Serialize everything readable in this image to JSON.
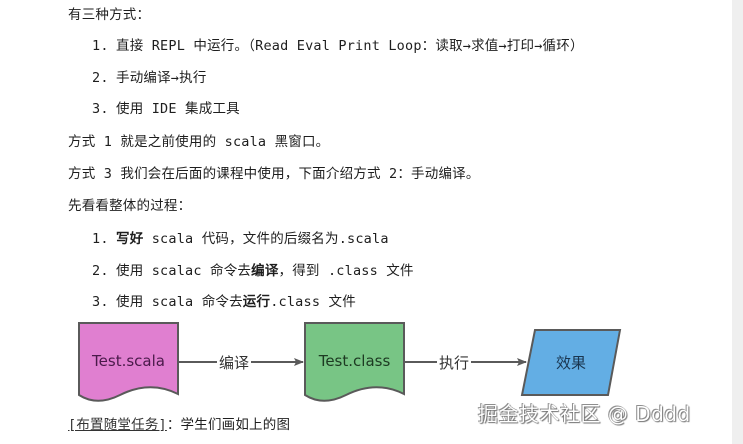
{
  "document": {
    "intro": "有三种方式：",
    "methods": [
      {
        "num": "1.",
        "text": "直接 REPL 中运行。（Read Eval Print Loop：读取→求值→打印→循环）"
      },
      {
        "num": "2.",
        "text": "手动编译→执行"
      },
      {
        "num": "3.",
        "text": "使用 IDE 集成工具"
      }
    ],
    "para1": "方式 1 就是之前使用的 scala 黑窗口。",
    "para2": "方式 3 我们会在后面的课程中使用，下面介绍方式 2：手动编译。",
    "para3": "先看看整体的过程：",
    "steps": [
      {
        "num": "1.",
        "bold": "写好",
        "rest": " scala 代码，文件的后缀名为.scala"
      },
      {
        "num": "2.",
        "pre": "使用 scalac 命令去",
        "bold": "编译",
        "rest": "，得到 .class 文件"
      },
      {
        "num": "3.",
        "pre": "使用 scala 命令去",
        "bold": "运行",
        "rest": ".class 文件"
      }
    ],
    "task": {
      "link": "[布置随堂任务]",
      "text": "：学生们画如上的图"
    }
  },
  "diagram": {
    "nodes": [
      {
        "id": "source",
        "label": "Test.scala",
        "shape": "document",
        "fill": "#e07fd0",
        "text_color": "#4a1a4a"
      },
      {
        "id": "bytecode",
        "label": "Test.class",
        "shape": "document",
        "fill": "#78c585",
        "text_color": "#1d3a22"
      },
      {
        "id": "result",
        "label": "效果",
        "shape": "parallelogram",
        "fill": "#63aee4",
        "text_color": "#1a3650"
      }
    ],
    "edges": [
      {
        "from": "source",
        "to": "bytecode",
        "label": "编译"
      },
      {
        "from": "bytecode",
        "to": "result",
        "label": "执行"
      }
    ],
    "stroke": "#5a5a5a"
  },
  "watermark": "掘金技术社区 @ Dddd"
}
